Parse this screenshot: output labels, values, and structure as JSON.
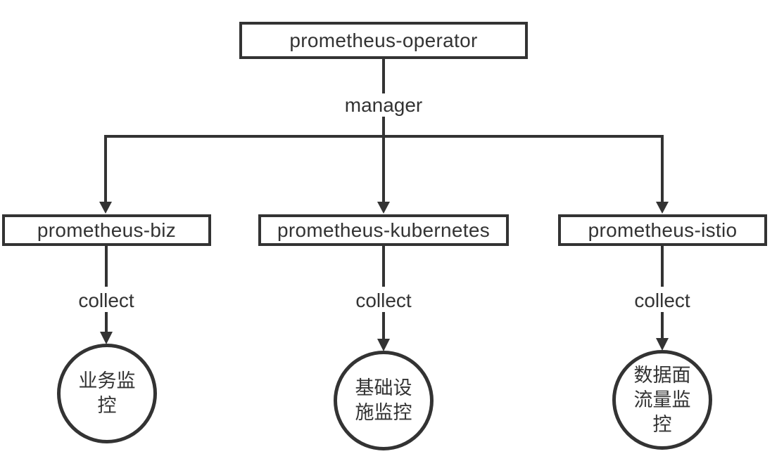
{
  "diagram": {
    "type": "flowchart",
    "colors": {
      "stroke": "#333333",
      "text": "#333333",
      "background": "#ffffff"
    },
    "nodes": {
      "operator": {
        "label": "prometheus-operator",
        "shape": "rect"
      },
      "biz": {
        "label": "prometheus-biz",
        "shape": "rect"
      },
      "kubernetes": {
        "label": "prometheus-kubernetes",
        "shape": "rect"
      },
      "istio": {
        "label": "prometheus-istio",
        "shape": "rect"
      },
      "biz_target": {
        "label": "业务监控",
        "shape": "circle"
      },
      "kubernetes_target": {
        "label": "基础设施监控",
        "shape": "circle"
      },
      "istio_target": {
        "label": "数据面流量监控",
        "shape": "circle"
      }
    },
    "edges": {
      "manager_label": "manager",
      "collect_biz_label": "collect",
      "collect_kubernetes_label": "collect",
      "collect_istio_label": "collect"
    }
  }
}
